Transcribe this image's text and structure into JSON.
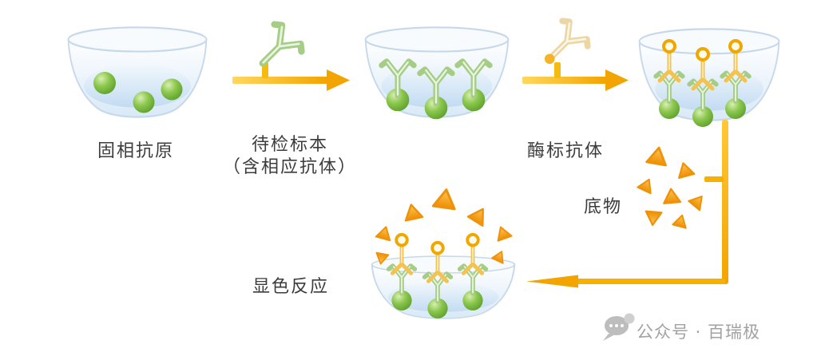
{
  "labels": {
    "step1": "固相抗原",
    "step2_line1": "待检标本",
    "step2_line2": "（含相应抗体）",
    "step3": "酶标抗体",
    "step4": "底物",
    "step5": "显色反应"
  },
  "watermark": {
    "text": "公众号 · 百瑞极"
  },
  "colors": {
    "arrow_yellow": "#F7B500",
    "arrow_yellow_light": "#FFD75E",
    "arrow_yellow_dark": "#F2A400",
    "antigen_green": "#7DC142",
    "antibody_green_outline": "#A5CD85",
    "enzyme_antibody_yellow": "#F3C24F",
    "enzyme_ring_orange": "#F0A800",
    "substrate_orange": "#EE8E05",
    "dish_fill_blue": "#D9E9F7",
    "dish_stroke_blue": "#C6D8EA",
    "label_text": "#3C3C3C",
    "watermark_gray": "#A2A2A2"
  },
  "icons": {
    "well_dish": "glass-bowl",
    "antigen": "green-sphere",
    "antibody": "y-shape",
    "enzyme_labeled_antibody": "y-shape-with-ring",
    "substrate": "orange-triangle",
    "watermark_icon": "chat-bubble-with-dots"
  }
}
